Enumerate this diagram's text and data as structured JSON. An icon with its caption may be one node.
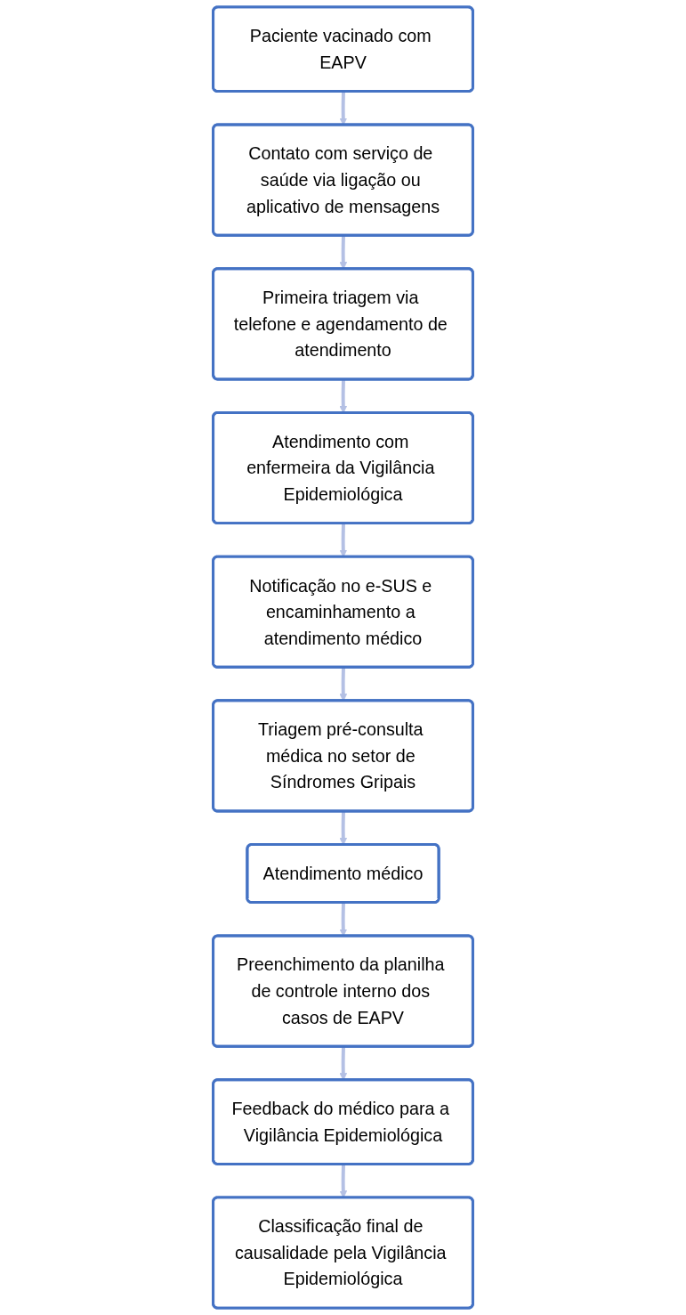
{
  "diagram": {
    "nodes": [
      {
        "text": [
          "Paciente vacinado com EAPV"
        ]
      },
      {
        "text": [
          "Contato com serviço de saúde via ligação ou aplicativo de mensagens"
        ]
      },
      {
        "text": [
          "Primeira triagem via telefone e agendamento de atendimento"
        ]
      },
      {
        "text": [
          "Atendimento com enfermeira da Vigilância Epidemiológica"
        ]
      },
      {
        "text": [
          "Notificação no e-SUS e encaminhamento a atendimento médico"
        ]
      },
      {
        "text": [
          "Triagem pré-consulta médica no setor de Síndromes Gripais"
        ]
      },
      {
        "text": [
          "Atendimento médico"
        ]
      },
      {
        "text": [
          "Preenchimento da planilha de controle interno dos casos de EAPV"
        ]
      },
      {
        "text": [
          "Feedback do médico para a Vigilância Epidemiológica"
        ]
      },
      {
        "text": [
          "Classificação final de causalidade pela Vigilância Epidemiológica"
        ]
      }
    ],
    "edges": [
      {
        "from": 0,
        "to": 1,
        "arrow": "to"
      },
      {
        "from": 1,
        "to": 2,
        "arrow": "to"
      },
      {
        "from": 2,
        "to": 3,
        "arrow": "to"
      },
      {
        "from": 3,
        "to": 4,
        "arrow": "to"
      },
      {
        "from": 4,
        "to": 5,
        "arrow": "to"
      },
      {
        "from": 5,
        "to": 6,
        "arrow": "to"
      },
      {
        "from": 6,
        "to": 7,
        "arrow": "to"
      },
      {
        "from": 7,
        "to": 8,
        "arrow": "to"
      },
      {
        "from": 8,
        "to": 9,
        "arrow": "to"
      }
    ]
  }
}
